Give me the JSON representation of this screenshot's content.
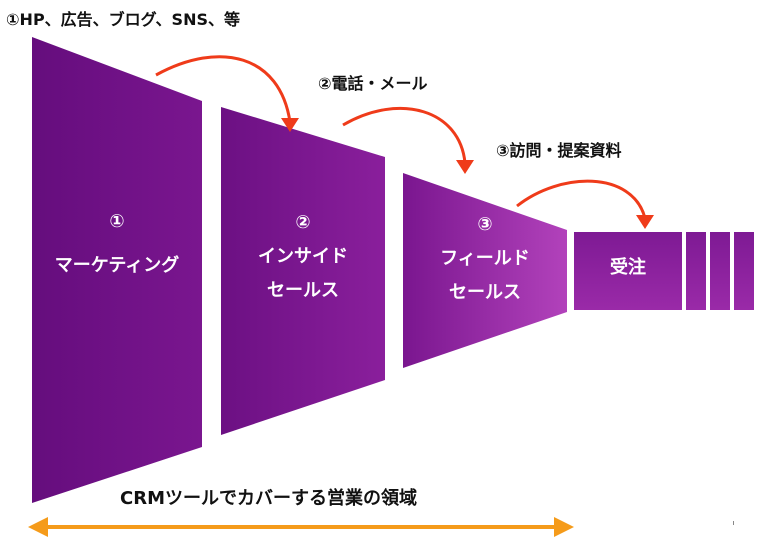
{
  "top_label": "①HP、広告、ブログ、SNS、等",
  "arrow_labels": {
    "phone_mail": "②電話・メール",
    "visit_proposal": "③訪問・提案資料"
  },
  "stages": {
    "marketing": {
      "number": "①",
      "line1": "マーケティング"
    },
    "inside_sales": {
      "number": "②",
      "line1": "インサイド",
      "line2": "セールス"
    },
    "field_sales": {
      "number": "③",
      "line1": "フィールド",
      "line2": "セールス"
    },
    "order": {
      "line1": "受注"
    }
  },
  "bottom_caption": "CRMツールでカバーする営業の領域",
  "colors": {
    "purple_dark": "#6a0f82",
    "purple_mid": "#8b1f9e",
    "purple_light": "#b040b8",
    "red_arrow": "#ef3b1a",
    "orange_arrow": "#f59b1a"
  }
}
